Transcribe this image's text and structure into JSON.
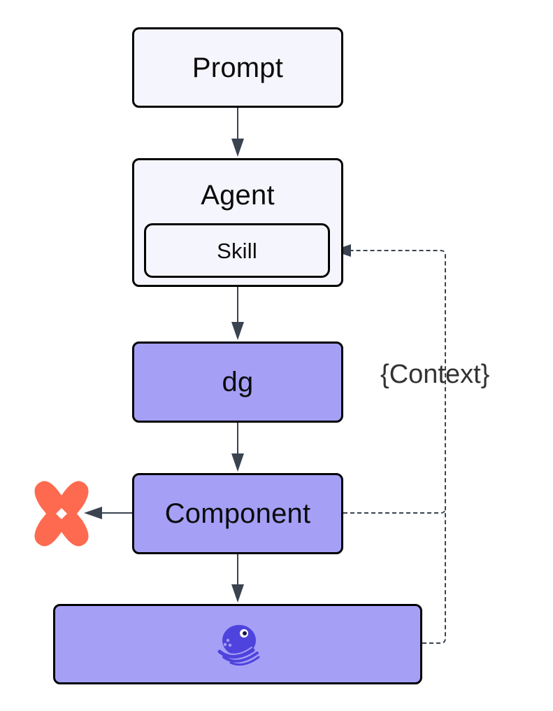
{
  "nodes": {
    "prompt": "Prompt",
    "agent": "Agent",
    "skill": "Skill",
    "dg": "dg",
    "component": "Component"
  },
  "context_label": "{Context}",
  "icons": {
    "dbt": "dbt-logo-icon",
    "dagster": "dagster-octopus-logo-icon"
  },
  "colors": {
    "light_node_fill": "#f5f5fd",
    "purple_node_fill": "#a5a0f6",
    "node_border": "#000000",
    "arrow": "#3a4350",
    "dbt_logo": "#fe6a4f",
    "dagster_logo": "#4f43dd"
  }
}
